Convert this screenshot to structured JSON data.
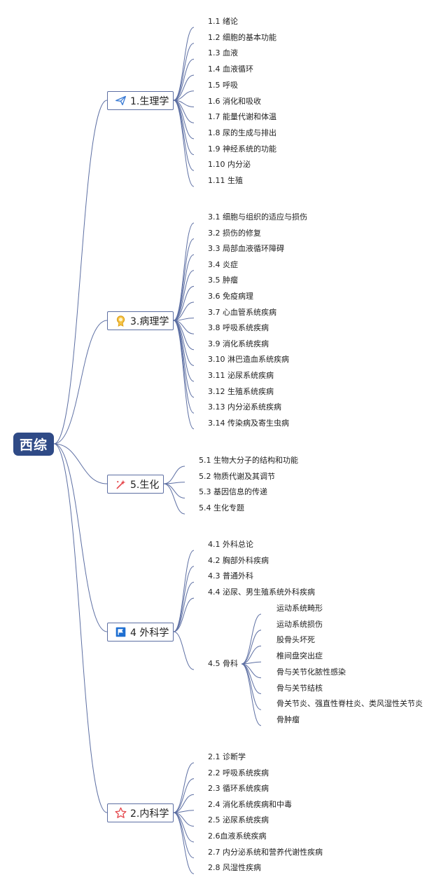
{
  "root": {
    "label": "西综"
  },
  "branches": [
    {
      "id": "b1",
      "label": "1.生理学",
      "icon": "paper-plane-icon",
      "items": [
        "1.1 绪论",
        "1.2 细胞的基本功能",
        "1.3 血液",
        "1.4 血液循环",
        "1.5 呼吸",
        "1.6 消化和吸收",
        "1.7 能量代谢和体温",
        "1.8 尿的生成与排出",
        "1.9 神经系统的功能",
        "1.10 内分泌",
        "1.11 生殖"
      ]
    },
    {
      "id": "b3",
      "label": "3.病理学",
      "icon": "award-medal-icon",
      "items": [
        "3.1 细胞与组织的适应与损伤",
        "3.2 损伤的修复",
        "3.3 局部血液循环障碍",
        "3.4 炎症",
        "3.5 肿瘤",
        "3.6 免疫病理",
        "3.7 心血管系统疾病",
        "3.8 呼吸系统疾病",
        "3.9 消化系统疾病",
        "3.10 淋巴造血系统疾病",
        "3.11 泌尿系统疾病",
        "3.12 生殖系统疾病",
        "3.13 内分泌系统疾病",
        "3.14 传染病及寄生虫病"
      ]
    },
    {
      "id": "b5",
      "label": "5.生化",
      "icon": "sparkle-wand-icon",
      "items": [
        "5.1 生物大分子的结构和功能",
        "5.2 物质代谢及其调节",
        "5.3 基因信息的传递",
        "5.4 生化专题"
      ]
    },
    {
      "id": "b4",
      "label": "4 外科学",
      "icon": "flag-icon",
      "items": [
        "4.1 外科总论",
        "4.2 胸部外科疾病",
        "4.3 普通外科",
        "4.4 泌尿、男生殖系统外科疾病"
      ],
      "sub": {
        "label": "4.5 骨科",
        "items": [
          "运动系统畸形",
          "运动系统损伤",
          "股骨头坏死",
          "椎间盘突出症",
          "骨与关节化脓性感染",
          "骨与关节结核",
          "骨关节炎、强直性脊柱炎、类风湿性关节炎",
          "骨肿瘤"
        ]
      }
    },
    {
      "id": "b2",
      "label": "2.内科学",
      "icon": "star-icon",
      "items": [
        "2.1 诊断学",
        "2.2 呼吸系统疾病",
        "2.3 循环系统疾病",
        "2.4 消化系统疾病和中毒",
        "2.5 泌尿系统疾病",
        "2.6血液系统疾病",
        "2.7 内分泌系统和营养代谢性疾病",
        "2.8 风湿性疾病"
      ]
    }
  ],
  "colors": {
    "root": "#2f4a86",
    "line": "#5d6fa3",
    "branch_border": "#5d6fa3"
  }
}
